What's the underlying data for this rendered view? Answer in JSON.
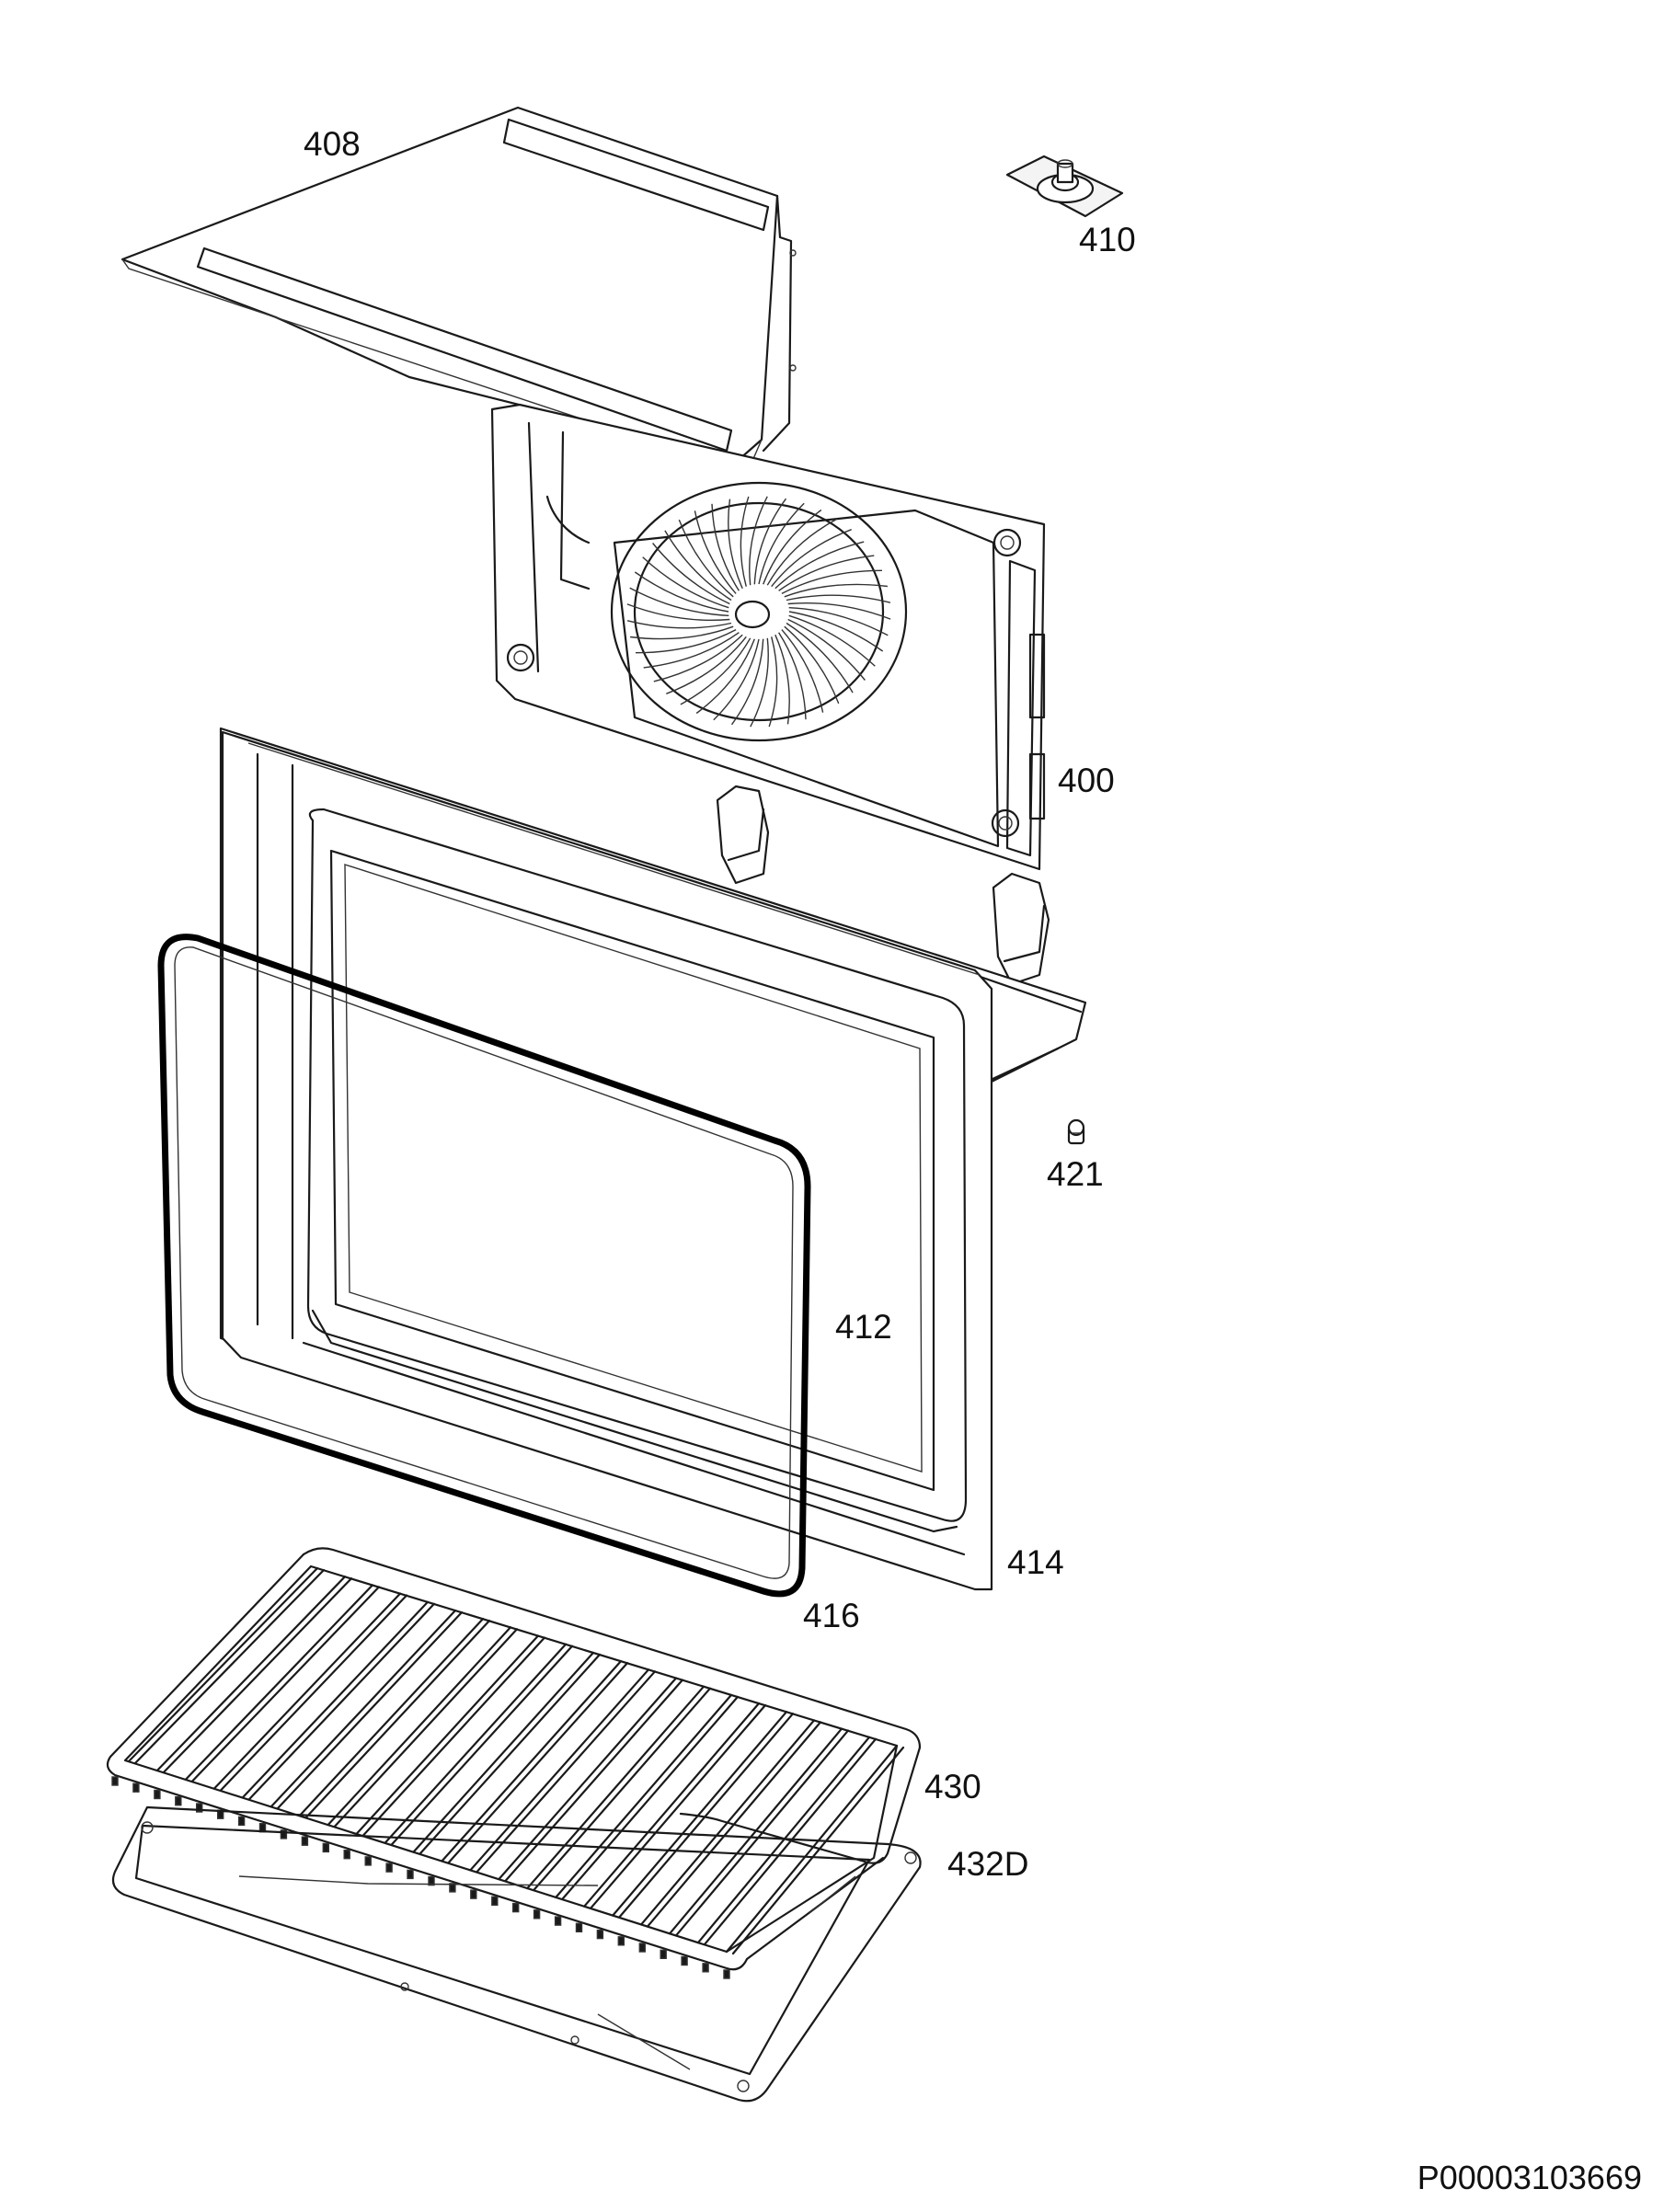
{
  "diagram": {
    "parts": [
      {
        "id": "408",
        "label": "408",
        "name": "top-deflector-panel"
      },
      {
        "id": "410",
        "label": "410",
        "name": "fan-motor-mount"
      },
      {
        "id": "400",
        "label": "400",
        "name": "rear-fan-cover"
      },
      {
        "id": "421",
        "label": "421",
        "name": "fastener"
      },
      {
        "id": "412",
        "label": "412",
        "name": "oven-cavity-liner"
      },
      {
        "id": "414",
        "label": "414",
        "name": "front-frame"
      },
      {
        "id": "416",
        "label": "416",
        "name": "door-gasket"
      },
      {
        "id": "430",
        "label": "430",
        "name": "wire-shelf-rack"
      },
      {
        "id": "432D",
        "label": "432D",
        "name": "baking-tray"
      }
    ],
    "document_code": "P00003103669",
    "line_color": "#1a1a1a",
    "gasket_color": "#000000"
  }
}
